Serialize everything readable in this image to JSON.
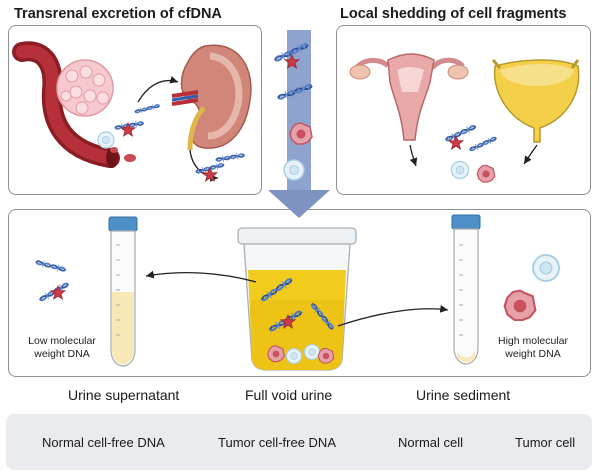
{
  "headings": {
    "left": "Transrenal excretion of cfDNA",
    "right": "Local shedding of cell fragments"
  },
  "captions": {
    "supernatant": "Urine supernatant",
    "full_void": "Full void urine",
    "sediment": "Urine sediment"
  },
  "labels": {
    "low_mw": "Low molecular weight DNA",
    "high_mw": "High molecular weight DNA"
  },
  "legend": {
    "items": [
      {
        "label": "Normal cell-free DNA",
        "icon": "normal-cfdna-icon"
      },
      {
        "label": "Tumor cell-free DNA",
        "icon": "tumor-cfdna-icon"
      },
      {
        "label": "Normal cell",
        "icon": "normal-cell-icon"
      },
      {
        "label": "Tumor cell",
        "icon": "tumor-cell-icon"
      }
    ]
  },
  "colors": {
    "dna_blue": "#2f4f8f",
    "tumor_red": "#cc3b46",
    "normal_cell": "#cfe6f2",
    "urine_yellow": "#f2cc1d",
    "arrow_blue": "#7e93c2",
    "tube_cap": "#4d8fc6"
  }
}
